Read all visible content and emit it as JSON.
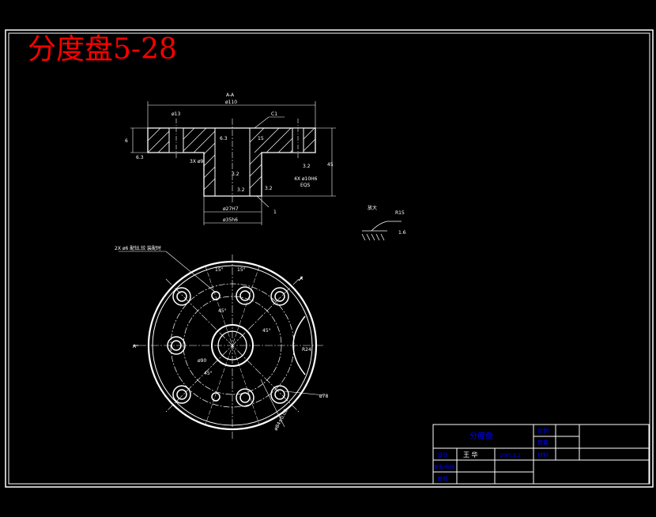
{
  "title": "分度盘5-28",
  "section_view": {
    "section_label": "A-A",
    "dimensions": [
      "ø110",
      "C1",
      "ø13",
      "15",
      "3X ø9",
      "6",
      "ø27H7",
      "ø35h6",
      "4X ø10H6",
      "EQS",
      "45",
      "1"
    ],
    "roughness": [
      "6.3",
      "6.3",
      "3.2",
      "3.2",
      "3.2",
      "3.2"
    ]
  },
  "detail_view": {
    "label": "放大",
    "radius": "R15",
    "roughness": "1.6"
  },
  "plan_view": {
    "note": "2X ø6 配钻,铰 装配时",
    "angles": [
      "15°",
      "15°",
      "45°",
      "45°",
      "45°"
    ],
    "dimensions": [
      "ø78",
      "ø90",
      "R24",
      "ø84±0.02",
      "A",
      "A"
    ]
  },
  "title_block": {
    "part_name": "分度盘",
    "scale_label": "比例",
    "quantity_label": "数量",
    "designer_label": "设计",
    "designer_name": "王 华",
    "date": "2005.9.2",
    "material_label": "材料",
    "checker_label": "审查/校核",
    "approver_label": "审核"
  },
  "colors": {
    "background": "#000000",
    "line": "#ffffff",
    "title": "#ff0000",
    "title_block_text": "#0000ff"
  }
}
